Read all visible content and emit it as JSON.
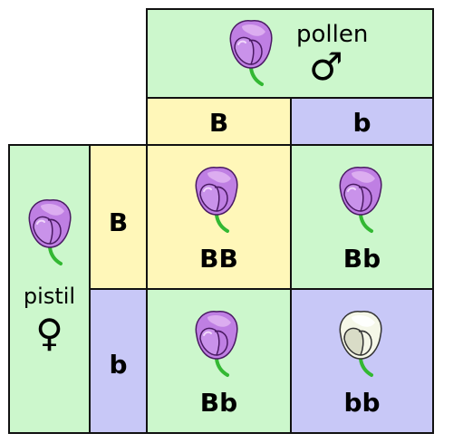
{
  "colors": {
    "green": "#ccf7cc",
    "yellow": "#fff7b9",
    "blue": "#c8c8f7",
    "purple_petal": "#bf7fe3",
    "purple_light": "#e3b9f2",
    "white_petal": "#f5f7e8",
    "white_shade": "#d9dcc7",
    "stem": "#33b833"
  },
  "header": {
    "pollen_label": "pollen",
    "male_symbol": "♂",
    "pistil_label": "pistil",
    "female_symbol": "♀"
  },
  "alleles": {
    "col_1": "B",
    "col_2": "b",
    "row_1": "B",
    "row_2": "b"
  },
  "cells": {
    "r1c1": {
      "genotype": "BB",
      "flower_color": "purple"
    },
    "r1c2": {
      "genotype": "Bb",
      "flower_color": "purple"
    },
    "r2c1": {
      "genotype": "Bb",
      "flower_color": "purple"
    },
    "r2c2": {
      "genotype": "bb",
      "flower_color": "white"
    }
  }
}
